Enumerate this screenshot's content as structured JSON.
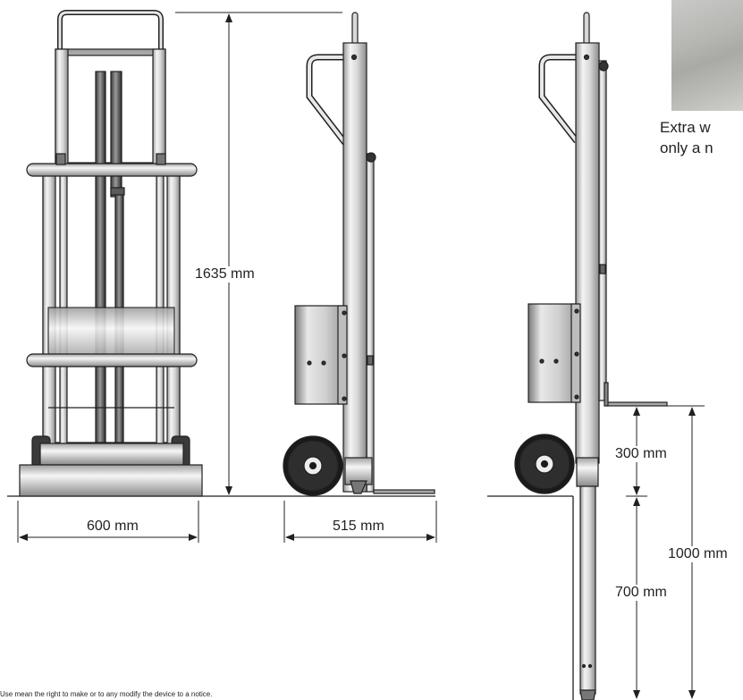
{
  "dimensions": {
    "height_total": "1635 mm",
    "base_width": "600 mm",
    "side_depth": "515 mm",
    "fork_above_floor": "300 mm",
    "below_floor": "700 mm",
    "total_lift": "1000 mm"
  },
  "caption": {
    "line1": "Extra w",
    "line2": "only a n"
  },
  "footnote": "Use mean the right to make or to any modify the device to a notice.",
  "colors": {
    "outline": "#231f20",
    "metal_light": "#f2f2f2",
    "metal_dark": "#8a8a8a",
    "wheel": "#1a1a1a"
  }
}
